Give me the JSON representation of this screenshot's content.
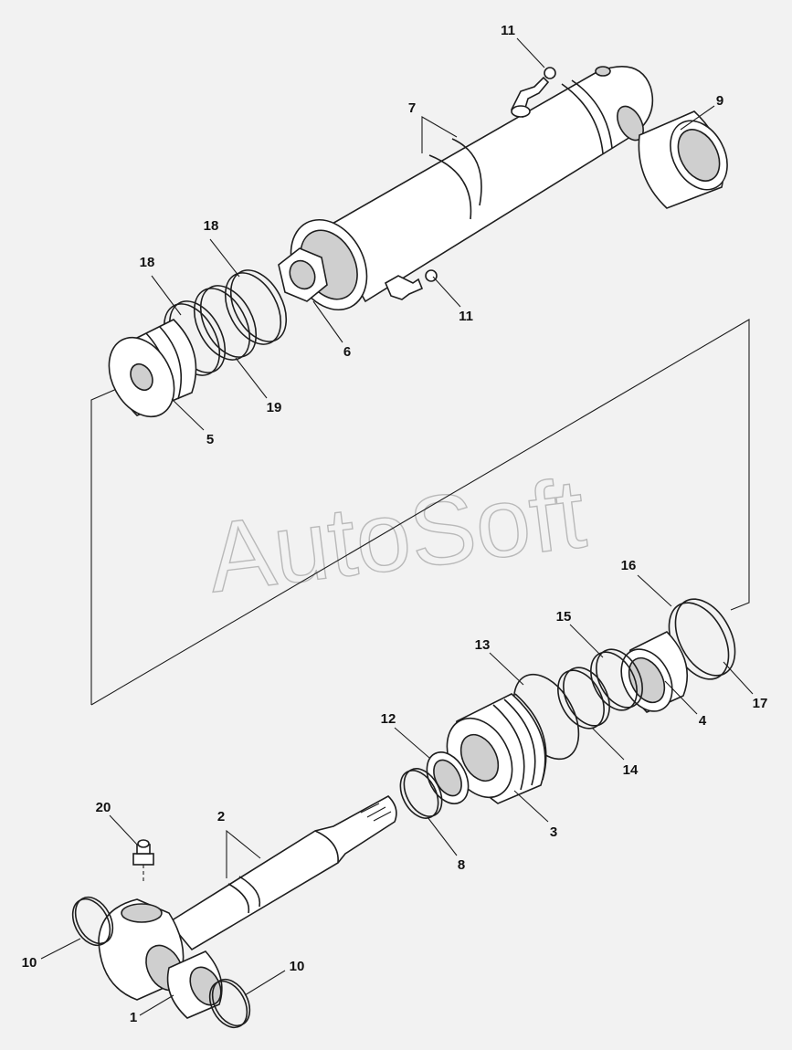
{
  "watermark": "AutoSoft",
  "callouts": [
    {
      "id": "c11a",
      "label": "11"
    },
    {
      "id": "c9",
      "label": "9"
    },
    {
      "id": "c7",
      "label": "7"
    },
    {
      "id": "c18a",
      "label": "18"
    },
    {
      "id": "c18b",
      "label": "18"
    },
    {
      "id": "c11b",
      "label": "11"
    },
    {
      "id": "c6",
      "label": "6"
    },
    {
      "id": "c19",
      "label": "19"
    },
    {
      "id": "c5",
      "label": "5"
    },
    {
      "id": "c16",
      "label": "16"
    },
    {
      "id": "c15",
      "label": "15"
    },
    {
      "id": "c13",
      "label": "13"
    },
    {
      "id": "c17",
      "label": "17"
    },
    {
      "id": "c4",
      "label": "4"
    },
    {
      "id": "c12",
      "label": "12"
    },
    {
      "id": "c14",
      "label": "14"
    },
    {
      "id": "c20",
      "label": "20"
    },
    {
      "id": "c2",
      "label": "2"
    },
    {
      "id": "c3",
      "label": "3"
    },
    {
      "id": "c8",
      "label": "8"
    },
    {
      "id": "c10a",
      "label": "10"
    },
    {
      "id": "c10b",
      "label": "10"
    },
    {
      "id": "c1",
      "label": "1"
    }
  ]
}
